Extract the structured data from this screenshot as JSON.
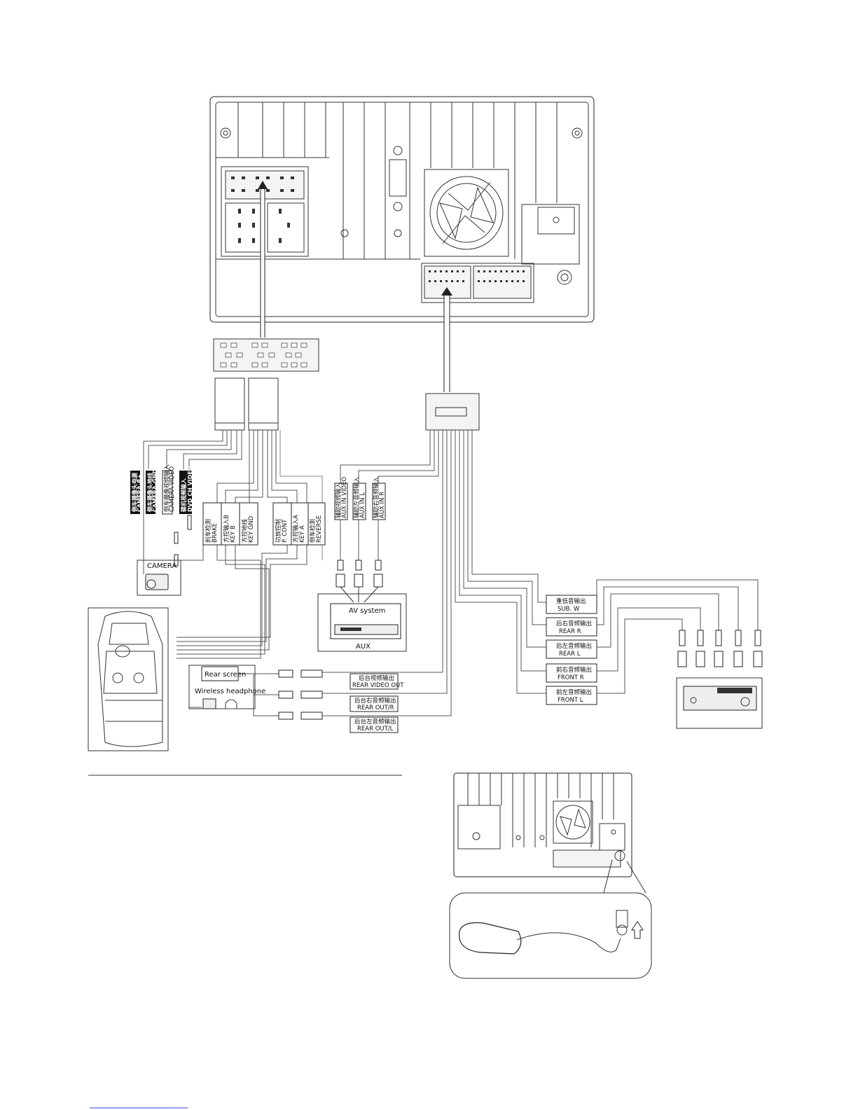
{
  "labels": {
    "camera_b": [
      "倒车摄像头电源",
      "CAMERA-B+"
    ],
    "camera_gnd": [
      "倒车摄像头地线",
      "CAMERA-GND"
    ],
    "camera_video": [
      "倒车摄像视频输入",
      "CAMERA-VIDEO"
    ],
    "dvd_ch_video": [
      "碟机视频输入",
      "DVD CH VIDEO"
    ],
    "brake": [
      "刹车检测",
      "BRAKE"
    ],
    "key_b": [
      "方控输入B",
      "KEY B"
    ],
    "key_gnd": [
      "方控地线",
      "KEY GND"
    ],
    "p_cont": [
      "功放控制",
      "P. CONT"
    ],
    "key_a": [
      "方控输入A",
      "KEY A"
    ],
    "reverse": [
      "倒车检测",
      "REVERSE"
    ],
    "aux_in_video": [
      "辅助视频输入",
      "AUX IN VIDEO"
    ],
    "aux_in_l": [
      "辅助左音频输入",
      "AUX IN L"
    ],
    "aux_in_r": [
      "辅助右音频输入",
      "AUX IN R"
    ],
    "camera": "CAMERA",
    "av_system": "AV system",
    "aux": "AUX",
    "rear_screen": "Rear screen",
    "wireless_headphone": "Wireless headphone",
    "rear_video_out": [
      "后台视频输出",
      "REAR VIDEO OUT"
    ],
    "rear_out_r": [
      "后台右音频输出",
      "REAR OUT/R"
    ],
    "rear_out_l": [
      "后台左音频输出",
      "REAR OUT/L"
    ],
    "sub_w": [
      "重低音输出",
      "SUB. W"
    ],
    "rear_r": [
      "后右音频输出",
      "REAR R"
    ],
    "rear_l": [
      "后左音频输出",
      "REAR L"
    ],
    "front_r": [
      "前右音频输出",
      "FRONT R"
    ],
    "front_l": [
      "前左音频输出",
      "FRONT L"
    ]
  },
  "colors": {
    "ink": "#222222",
    "label_fill": "#111111",
    "page": "#ffffff"
  },
  "icons": [
    "cooling-fan-icon",
    "gps-antenna-icon",
    "up-arrow-icon",
    "car-topview-icon",
    "camera-icon",
    "amplifier-icon",
    "headphone-icon"
  ]
}
